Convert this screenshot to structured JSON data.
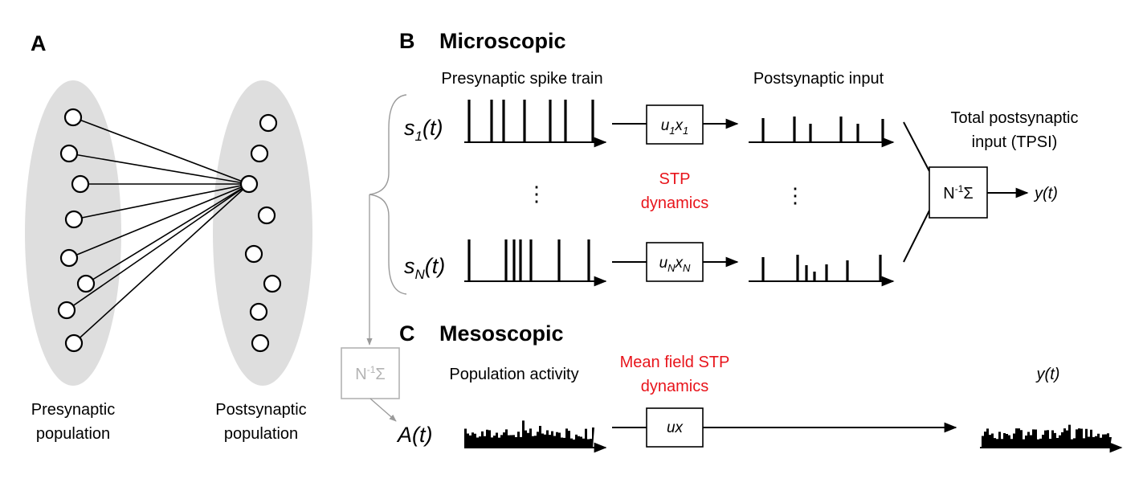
{
  "panel_a": {
    "letter": "A",
    "presyn_label_1": "Presynaptic",
    "presyn_label_2": "population",
    "postsyn_label_1": "Postsynaptic",
    "postsyn_label_2": "population"
  },
  "panel_b": {
    "letter": "B",
    "title": "Microscopic",
    "presyn_caption": "Presynaptic spike train",
    "postsyn_caption": "Postsynaptic input",
    "tpsi_line1": "Total postsynaptic",
    "tpsi_line2": "input (TPSI)",
    "stp_line1": "STP",
    "stp_line2": "dynamics",
    "dots": "⋮",
    "s1_base": "s",
    "s1_sub": "1",
    "s1_arg": "(t)",
    "sN_base": "s",
    "sN_sub": "N",
    "sN_arg": "(t)",
    "box1_u": "u",
    "box1_u_sub": "1",
    "box1_x": "x",
    "box1_x_sub": "1",
    "boxN_u": "u",
    "boxN_u_sub": "N",
    "boxN_x": "x",
    "boxN_x_sub": "N",
    "sum_N": "N",
    "sum_sup": "-1",
    "sum_sigma": "Σ",
    "output": "y(t)"
  },
  "panel_c": {
    "letter": "C",
    "title": "Mesoscopic",
    "pop_caption": "Population activity",
    "mf_line1": "Mean field STP",
    "mf_line2": "dynamics",
    "input_label": "A(t)",
    "box_label": "ux",
    "output_label": "y(t)",
    "avg_N": "N",
    "avg_sup": "-1",
    "avg_sigma": "Σ"
  },
  "colors": {
    "accent_red": "#e8141b",
    "ellipse_gray": "#dedede",
    "faint_gray": "#b3b3b3"
  }
}
